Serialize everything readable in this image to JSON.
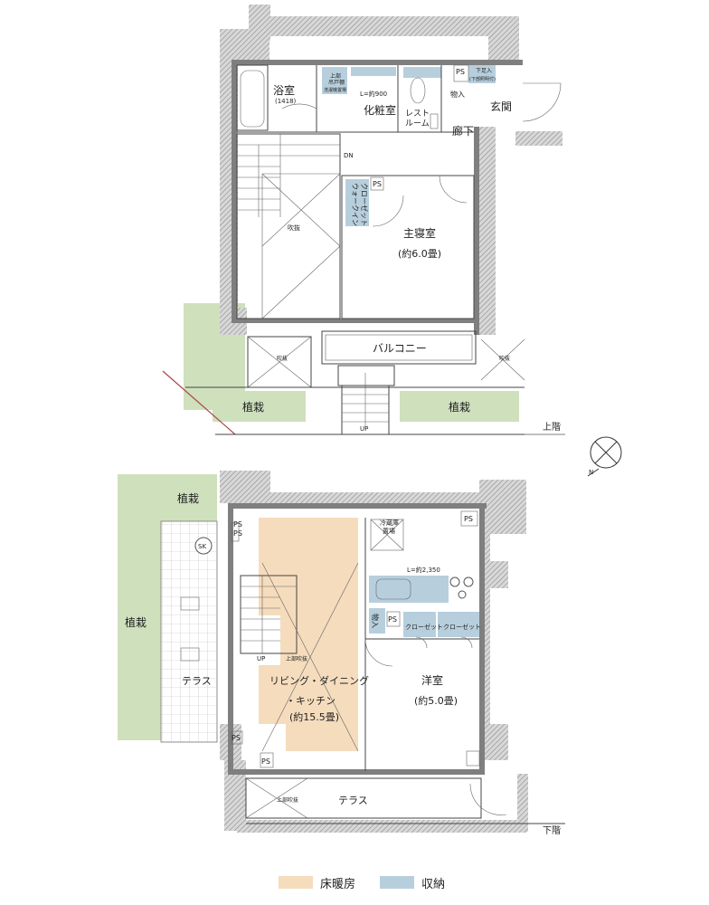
{
  "upper": {
    "floor_label": "上階",
    "rooms": {
      "bath": "浴室",
      "bath_size": "(1418)",
      "washroom": "化粧室",
      "washroom_len": "L=約900",
      "restroom_a": "レスト",
      "restroom_b": "ルーム",
      "corridor": "廊下",
      "entrance": "玄関",
      "storage": "物入",
      "shoebox_a": "下足入",
      "shoebox_b": "(下部照明付)",
      "upper_cab_a": "上部",
      "upper_cab_b": "吊戸棚",
      "washer_space": "洗濯機置場",
      "ps": "PS",
      "dn": "DN",
      "void": "吹抜",
      "walkin_a": "ウォークイン",
      "walkin_b": "クローゼット",
      "master": "主寝室",
      "master_size": "(約6.0畳)",
      "balcony": "バルコニー",
      "void2": "吹抜",
      "void3": "吹抜",
      "plant_left": "植栽",
      "plant_right": "植栽",
      "up": "UP"
    }
  },
  "lower": {
    "floor_label": "下階",
    "rooms": {
      "plant_top": "植栽",
      "plant_side": "植栽",
      "sk": "SK",
      "terrace_left": "テラス",
      "ldk_a": "リビング・ダイニング",
      "ldk_b": "・キッチン",
      "ldk_size": "(約15.5畳)",
      "up": "UP",
      "upper_void": "上部吹抜",
      "fridge_a": "冷蔵庫",
      "fridge_b": "置場",
      "kitchen_len": "L=約2,350",
      "storage": "物入",
      "closet1": "クローゼット",
      "closet2": "クローゼット",
      "western": "洋室",
      "western_size": "(約5.0畳)",
      "terrace_bottom": "テラス",
      "upper_void2": "上部吹抜",
      "ps1": "PS",
      "ps2": "PS",
      "ps3": "PS",
      "ps4": "PS",
      "ps5": "PS",
      "ps6": "PS"
    }
  },
  "legend": {
    "heated": "床暖房",
    "storage": "収納",
    "heated_color": "#f5dcbd",
    "storage_color": "#b7cfdd"
  },
  "compass_label": "N"
}
